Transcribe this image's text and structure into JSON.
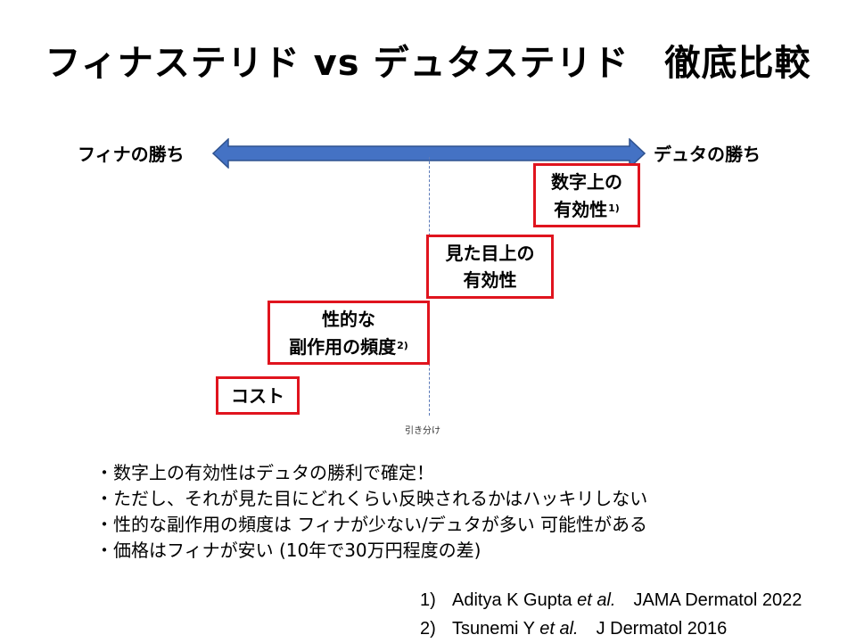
{
  "title": {
    "main": "フィナステリド vs デュタステリド",
    "suffix": "徹底比較"
  },
  "scale": {
    "left_label": "フィナの勝ち",
    "right_label": "デュタの勝ち",
    "center_label": "引き分け",
    "arrow_color": "#4472c4"
  },
  "boxes": {
    "numeric": {
      "line1": "数字上の",
      "line2": "有効性",
      "ref": "1)"
    },
    "visual": {
      "line1": "見た目上の",
      "line2": "有効性"
    },
    "sexual": {
      "line1": "性的な",
      "line2": "副作用の頻度",
      "ref": "2)"
    },
    "cost": {
      "line1": "コスト"
    },
    "border_color": "#e0141e"
  },
  "bullets": [
    "・数字上の有効性はデュタの勝利で確定！",
    "・ただし、それが見た目にどれくらい反映されるかはハッキリしない",
    "・性的な副作用の頻度は フィナが少ない/デュタが多い 可能性がある",
    "・価格はフィナが安い (10年で30万円程度の差)"
  ],
  "references": [
    {
      "num": "1)",
      "authors": "Aditya K Gupta ",
      "etal": "et al.",
      "journal": "JAMA Dermatol 2022"
    },
    {
      "num": "2)",
      "authors": "Tsunemi Y ",
      "etal": "et al.",
      "journal": "J Dermatol 2016"
    }
  ]
}
